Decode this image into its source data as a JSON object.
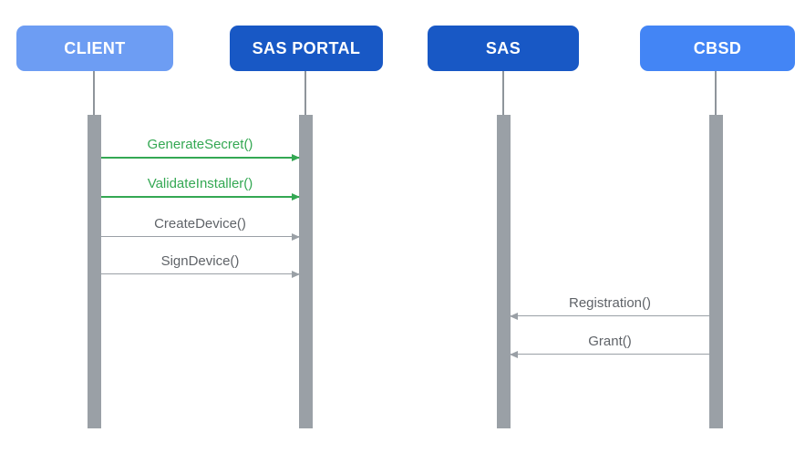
{
  "diagram": {
    "type": "sequence",
    "actors": [
      {
        "id": "client",
        "label": "CLIENT",
        "fill": "#6D9DF3",
        "text_color": "#FFFFFF"
      },
      {
        "id": "sas-portal",
        "label": "SAS PORTAL",
        "fill": "#1858C5",
        "text_color": "#FFFFFF"
      },
      {
        "id": "sas",
        "label": "SAS",
        "fill": "#1858C5",
        "text_color": "#FFFFFF"
      },
      {
        "id": "cbsd",
        "label": "CBSD",
        "fill": "#4385F5",
        "text_color": "#FFFFFF"
      }
    ],
    "messages": [
      {
        "label": "GenerateSecret()",
        "from": "client",
        "to": "sas-portal",
        "direction": "right",
        "color": "#34A853"
      },
      {
        "label": "ValidateInstaller()",
        "from": "client",
        "to": "sas-portal",
        "direction": "right",
        "color": "#34A853"
      },
      {
        "label": "CreateDevice()",
        "from": "client",
        "to": "sas-portal",
        "direction": "right",
        "color": "#9AA0A6"
      },
      {
        "label": "SignDevice()",
        "from": "client",
        "to": "sas-portal",
        "direction": "right",
        "color": "#9AA0A6"
      },
      {
        "label": "Registration()",
        "from": "cbsd",
        "to": "sas",
        "direction": "left",
        "color": "#9AA0A6"
      },
      {
        "label": "Grant()",
        "from": "cbsd",
        "to": "sas",
        "direction": "left",
        "color": "#9AA0A6"
      }
    ],
    "colors": {
      "background": "#FFFFFF",
      "lifeline": "#8F959B",
      "activation_bar": "#9AA0A6",
      "green_message": "#34A853",
      "gray_message_line": "#9AA0A6",
      "gray_message_text": "#5F6368"
    }
  }
}
